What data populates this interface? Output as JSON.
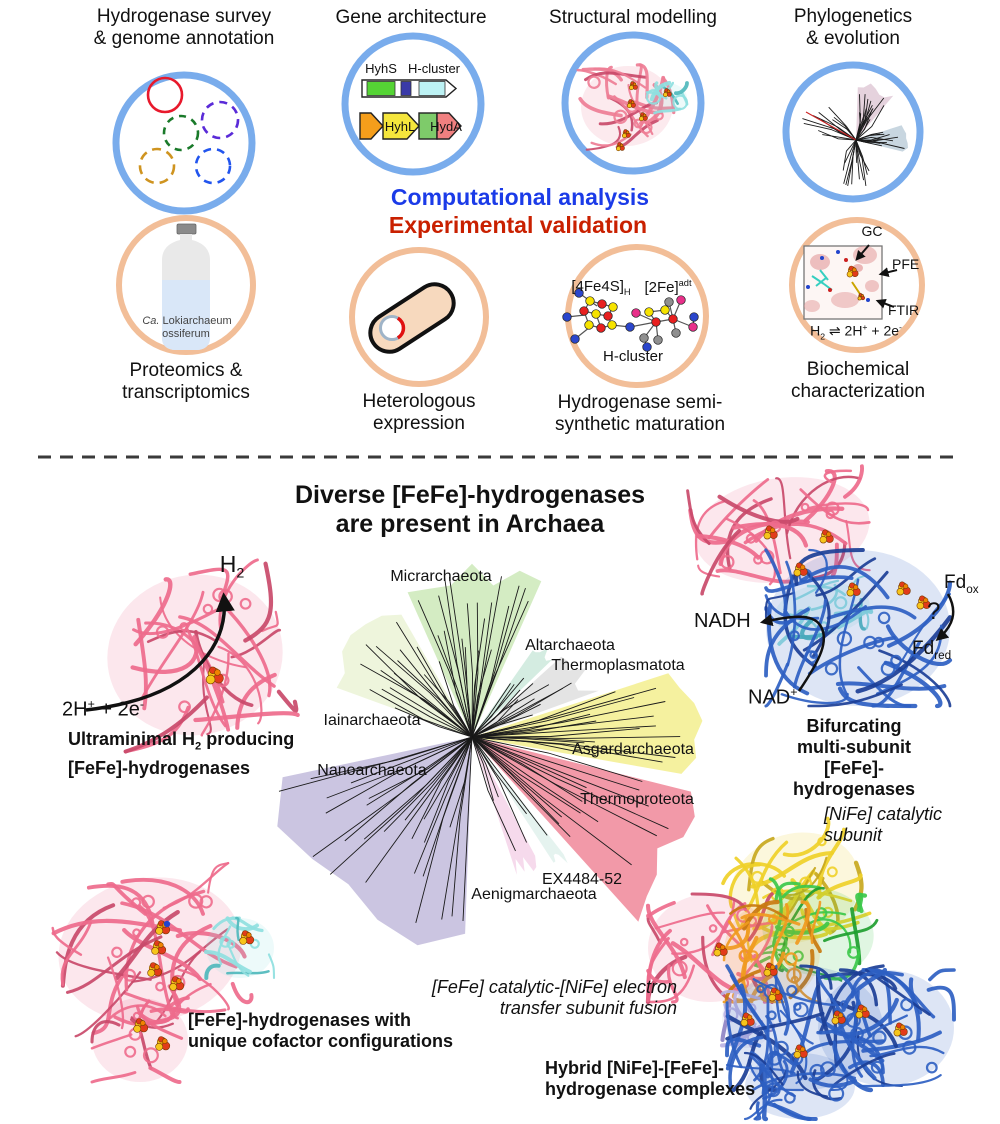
{
  "colors": {
    "computational_blue": "#1b3be8",
    "experimental_red": "#c92000",
    "circle_blue": "#79acec",
    "circle_orange": "#f2be98",
    "protein_pink": "#ee6b8c",
    "protein_blue": "#2e5fc2",
    "protein_cyan": "#8fe0e0",
    "protein_yellow": "#efd028",
    "protein_green": "#3cc84a",
    "protein_orange": "#f09a20"
  },
  "top_row": {
    "survey": {
      "title": "Hydrogenase survey\n& genome annotation"
    },
    "gene": {
      "title": "Gene architecture",
      "hyhs": "HyhS",
      "hcluster": "H-cluster",
      "hyhl": "HyhL",
      "hyda": "HydA"
    },
    "structure": {
      "title": "Structural modelling"
    },
    "phylo": {
      "title": "Phylogenetics\n& evolution"
    }
  },
  "mid": {
    "computational": "Computational analysis",
    "experimental": "Experimental validation"
  },
  "bottom_row": {
    "proteomics": {
      "caption": "Proteomics &\ntranscriptomics",
      "bottle_italic": "Ca.",
      "bottle_rest": " Lokiarchaeum",
      "bottle_line2": "ossiferum"
    },
    "heterologous": {
      "caption": "Heterologous\nexpression"
    },
    "maturation": {
      "caption": "Hydrogenase semi-\nsynthetic maturation",
      "h_cluster": "H-cluster",
      "fe4s4_base": "[4Fe4S]",
      "fe4s4_sub": "H",
      "fe2_base": "[2Fe]",
      "fe2_sup": "adt"
    },
    "biochem": {
      "caption": "Biochemical\ncharacterization",
      "gc": "GC",
      "pfe": "PFE",
      "ftir": "FTIR",
      "eq_p1": "H",
      "eq_s1": "2",
      "eq_p2": " ⇌ 2H",
      "eq_s2": "+",
      "eq_p3": " + 2e",
      "eq_s3": "-"
    }
  },
  "main": {
    "title": "Diverse [FeFe]-hydrogenases\nare present in Archaea",
    "ultraminimal": {
      "h2_base": "H",
      "h2_sub": "2",
      "rx_p1": "2H",
      "rx_s1": "+",
      "rx_p2": " + 2e",
      "rx_s2": "-",
      "lab_p1": "Ultraminimal H",
      "lab_s1": "2",
      "lab_p2": " producing",
      "lab_line2": "[FeFe]-hydrogenases"
    },
    "tree": {
      "clades": [
        "Micrarchaeota",
        "Altarchaeota",
        "Thermoplasmatota",
        "Iainarchaeota",
        "Asgardarchaeota",
        "Nanoarchaeota",
        "Thermoproteota",
        "EX4484-52",
        "Aenigmarchaeota"
      ]
    },
    "bifurcating": {
      "nadh": "NADH",
      "nad_base": "NAD",
      "nad_sup": "+",
      "fd_base": "Fd",
      "fd_ox_sub": "ox",
      "fd_red_sub": "red",
      "question": "?",
      "label": "Bifurcating multi-subunit\n[FeFe]-hydrogenases"
    },
    "unique": {
      "label": "[FeFe]-hydrogenases with\nunique cofactor configurations"
    },
    "hybrid": {
      "nife_label": "[NiFe] catalytic\nsubunit",
      "fusion_label": "[FeFe] catalytic-[NiFe] electron\ntransfer subunit fusion",
      "label": "Hybrid [NiFe]-[FeFe]-\nhydrogenase complexes"
    }
  }
}
